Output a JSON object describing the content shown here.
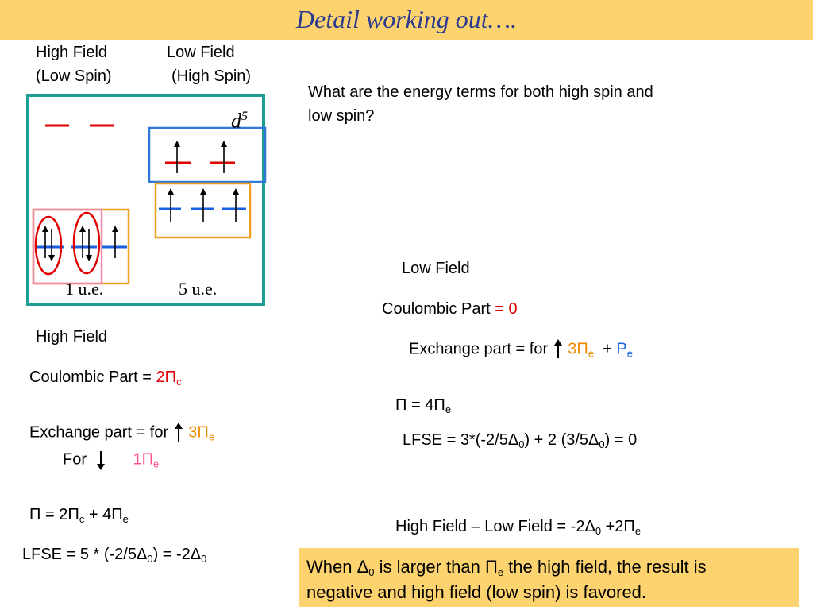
{
  "title": "Detail working out….",
  "headers": {
    "high_field_line1": "High Field",
    "high_field_line2": "(Low Spin)",
    "low_field_line1": "Low Field",
    "low_field_line2": "(High Spin)"
  },
  "diagram": {
    "config": "d",
    "config_sup": "5",
    "left_label": "1 u.e.",
    "right_label": "5 u.e."
  },
  "question": {
    "line1": "What are the energy terms for both high spin and",
    "line2": "low spin?"
  },
  "high_field": {
    "heading": "High Field",
    "coulombic_label": "Coulombic Part = ",
    "coulombic_value": "2Π",
    "coulombic_sub": "c",
    "exchange_label": "Exchange part = for",
    "exchange_up_value": "3Π",
    "exchange_up_sub": "e",
    "for_label": "For",
    "exchange_down_value": "1Π",
    "exchange_down_sub": "e",
    "pi_eq_a": "Π = 2Π",
    "pi_eq_sub1": "c",
    "pi_eq_b": " + 4Π",
    "pi_eq_sub2": "e",
    "lfse_a": "LFSE = 5 * (-2/5Δ",
    "lfse_sub1": "0",
    "lfse_b": ") = -2Δ",
    "lfse_sub2": "0"
  },
  "low_field": {
    "heading": "Low Field",
    "coulombic_label": "Coulombic Part ",
    "coulombic_value": "= 0",
    "exchange_label": "Exchange part = for",
    "exchange_value": "3Π",
    "exchange_sub": "e",
    "plus": "  + ",
    "pairing_value": "P",
    "pairing_sub": "e",
    "pi_eq_a": "Π = 4Π",
    "pi_eq_sub": "e",
    "lfse_a": "LFSE = 3*(-2/5Δ",
    "lfse_sub1": "0",
    "lfse_b": ") + 2 (3/5Δ",
    "lfse_sub2": "0",
    "lfse_c": ") = 0"
  },
  "difference": {
    "a": "High Field – Low Field = -2Δ",
    "sub1": "0",
    "b": " +2Π",
    "sub2": "e"
  },
  "note": {
    "a": "When ",
    "b": "Δ",
    "sub1": "0",
    "c": " is larger than ",
    "d": "Π",
    "sub2": "e",
    "e": " the high field, the result is",
    "line2": "negative and high field (low spin) is favored."
  },
  "colors": {
    "title_bar": "#fcd36f",
    "title_text": "#2b3a8f",
    "frame": "#1a9e96",
    "red": "#e00000",
    "orange": "#f08a00",
    "blue": "#1860e0",
    "pink": "#ff4f8f",
    "box_blue": "#2f78d8",
    "box_orange": "#f0a020",
    "box_pink": "#f08aa8"
  }
}
